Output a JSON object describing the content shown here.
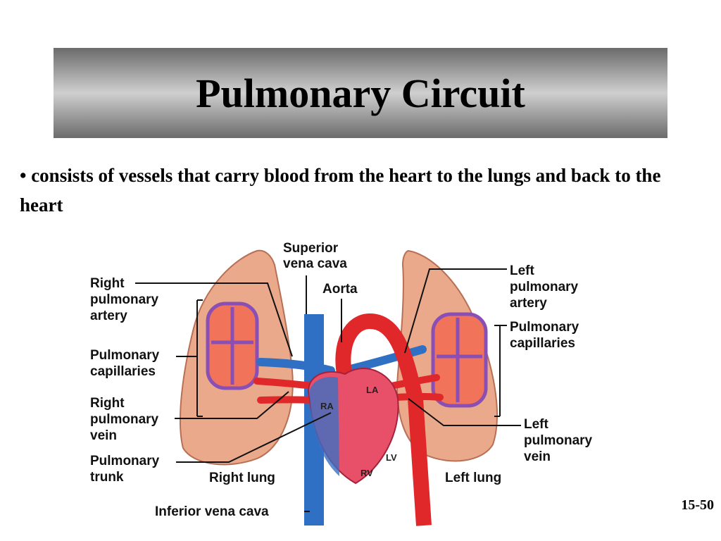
{
  "slide": {
    "title": "Pulmonary Circuit",
    "bullet": "• consists of vessels that carry blood from the heart to the lungs and back to the heart",
    "slide_number": "15-50"
  },
  "diagram": {
    "labels": {
      "superior_vena_cava": [
        "Superior",
        "vena cava"
      ],
      "aorta": [
        "Aorta"
      ],
      "right_pulmonary_artery": [
        "Right",
        "pulmonary",
        "artery"
      ],
      "left_pulmonary_artery": [
        "Left",
        "pulmonary",
        "artery"
      ],
      "pulmonary_capillaries_left_side": [
        "Pulmonary",
        "capillaries"
      ],
      "pulmonary_capillaries_right_side": [
        "Pulmonary",
        "capillaries"
      ],
      "right_pulmonary_vein": [
        "Right",
        "pulmonary",
        "vein"
      ],
      "left_pulmonary_vein": [
        "Left",
        "pulmonary",
        "vein"
      ],
      "pulmonary_trunk": [
        "Pulmonary",
        "trunk"
      ],
      "right_lung": [
        "Right lung"
      ],
      "left_lung": [
        "Left lung"
      ],
      "inferior_vena_cava": [
        "Inferior vena cava"
      ]
    },
    "chambers": {
      "ra": "RA",
      "la": "LA",
      "rv": "RV",
      "lv": "LV"
    },
    "colors": {
      "lung": "#e9a98a",
      "lung_edge": "#b86f55",
      "artery_oxygenated": "#e0282a",
      "vein_deoxygenated": "#2f6fc4",
      "capillary": "#8a4fb5",
      "heart_muscle": "#e8506a"
    }
  }
}
